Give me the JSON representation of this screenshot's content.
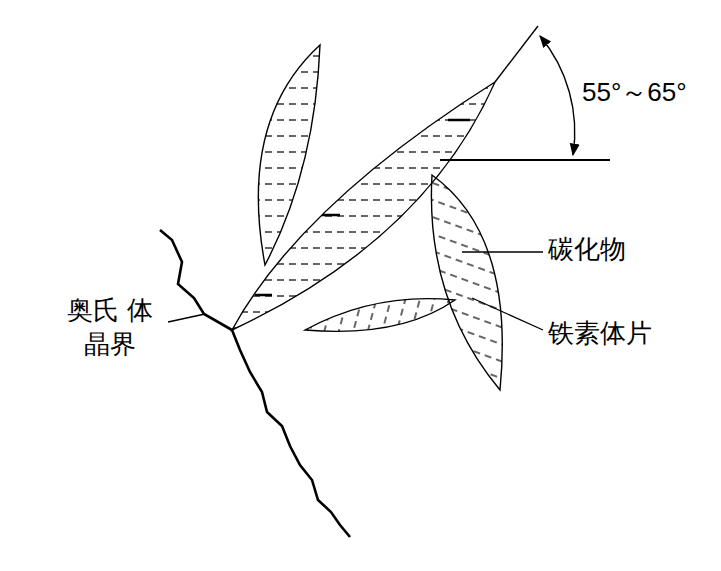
{
  "diagram": {
    "labels": [
      "55°～65°",
      "碳化物",
      "铁素体片",
      "奥氏 体晶界"
    ]
  }
}
